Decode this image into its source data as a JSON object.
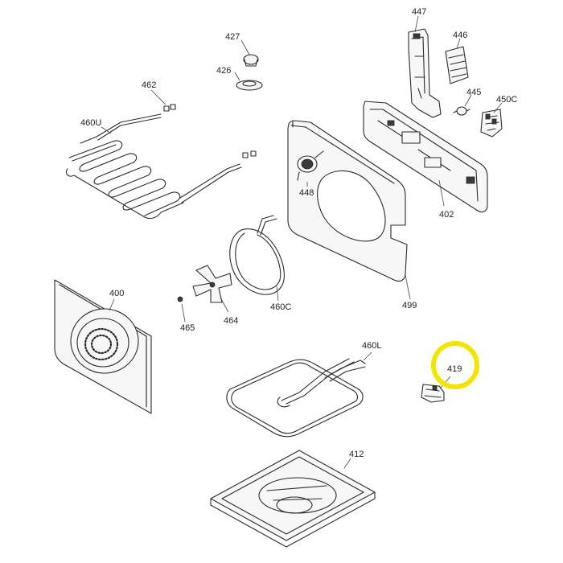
{
  "diagram": {
    "labels": {
      "p447": "447",
      "p446": "446",
      "p445": "445",
      "p450C": "450C",
      "p427": "427",
      "p426": "426",
      "p462": "462",
      "p460U": "460U",
      "p448": "448",
      "p402": "402",
      "p400": "400",
      "p465": "465",
      "p464": "464",
      "p460C": "460C",
      "p499": "499",
      "p460L": "460L",
      "p419": "419",
      "p412": "412"
    },
    "highlight": {
      "part": "419",
      "color": "#f2e600"
    }
  }
}
